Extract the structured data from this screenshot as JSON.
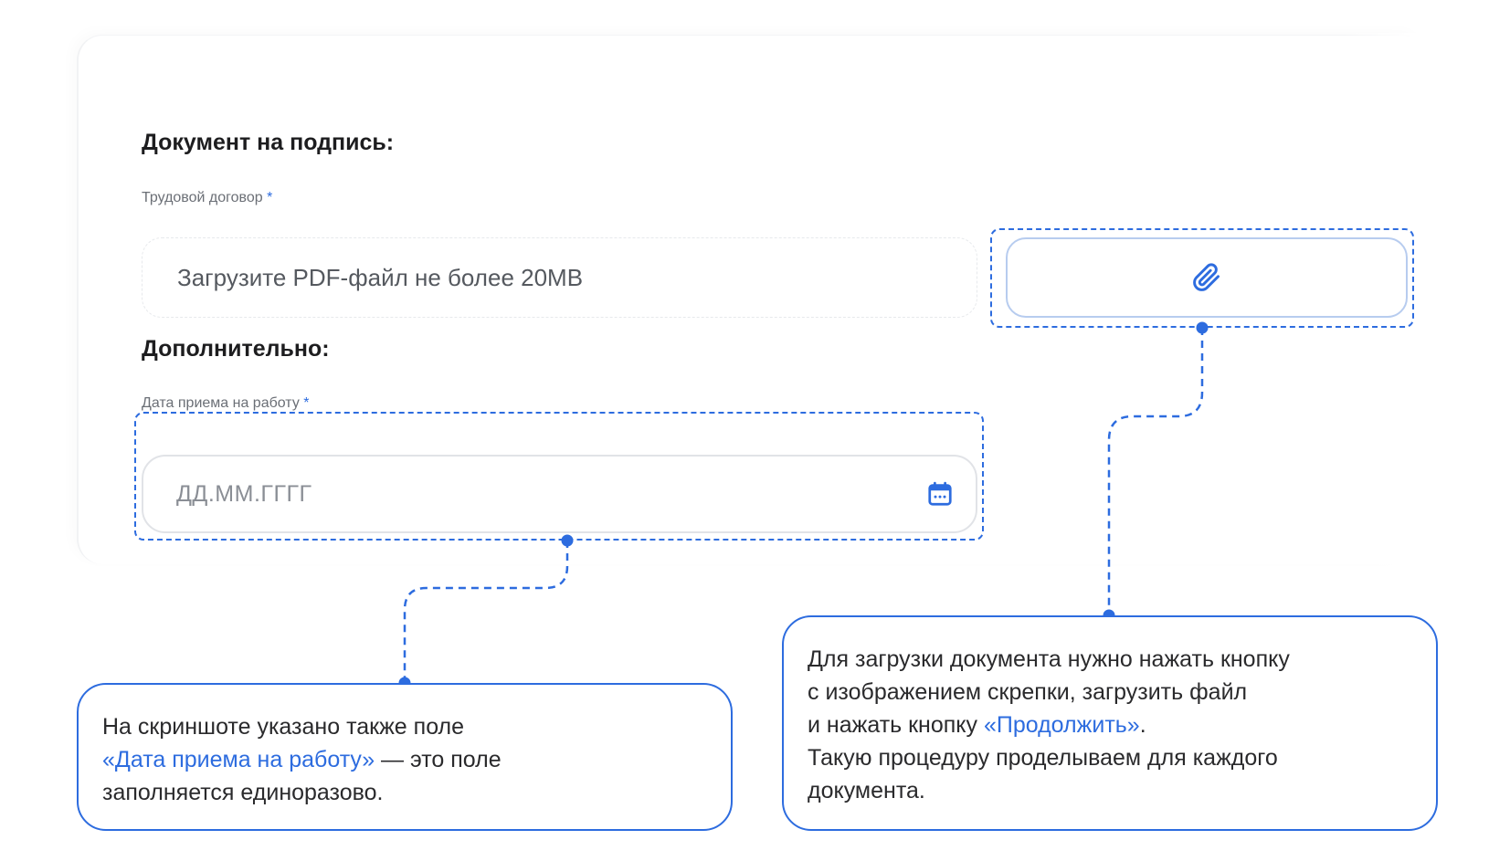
{
  "form": {
    "document_section_title": "Документ на подпись:",
    "contract_label": "Трудовой договор",
    "required_mark": "*",
    "upload_placeholder": "Загрузите PDF-файл не более 20MB",
    "attach_icon": "paperclip-icon",
    "additional_section_title": "Дополнительно:",
    "hire_date_label": "Дата приема на работу",
    "hire_date_placeholder": "ДД.ММ.ГГГГ",
    "calendar_icon": "calendar-icon"
  },
  "callouts": {
    "left": {
      "line1": "На скриншоте указано также поле",
      "link": "«Дата приема на работу»",
      "line2_rest": " — это поле",
      "line3": "заполняется единоразово."
    },
    "right": {
      "line1": "Для загрузки документа нужно нажать кнопку",
      "line2": "с изображением скрепки, загрузить файл",
      "line3_start": "и нажать кнопку ",
      "link": "«Продолжить»",
      "line3_end": ".",
      "line4": "Такую процедуру проделываем для каждого",
      "line5": "документа."
    }
  },
  "colors": {
    "accent": "#2d6cdf",
    "accent_light": "#b7ccef"
  }
}
